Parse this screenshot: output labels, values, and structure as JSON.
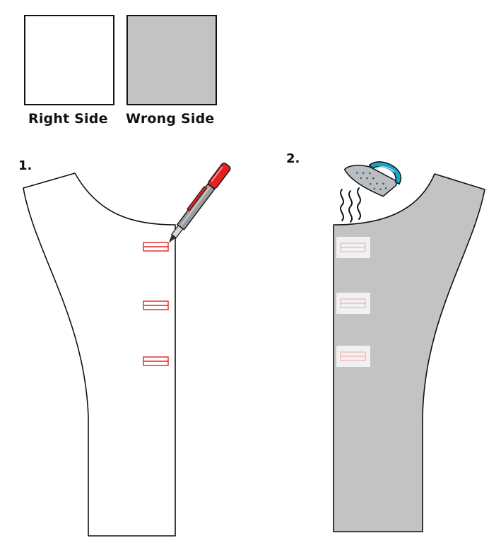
{
  "legend": {
    "right_side_label": "Right Side",
    "wrong_side_label": "Wrong Side",
    "right_side_color": "#ffffff",
    "wrong_side_color": "#c3c3c3"
  },
  "steps": [
    {
      "number": "1.",
      "tool": "pen-icon",
      "fabric_side": "right-side",
      "marks": 3,
      "mark_color": "#e02020"
    },
    {
      "number": "2.",
      "tool": "iron-icon",
      "fabric_side": "wrong-side",
      "interfacing_patches": 3
    }
  ]
}
